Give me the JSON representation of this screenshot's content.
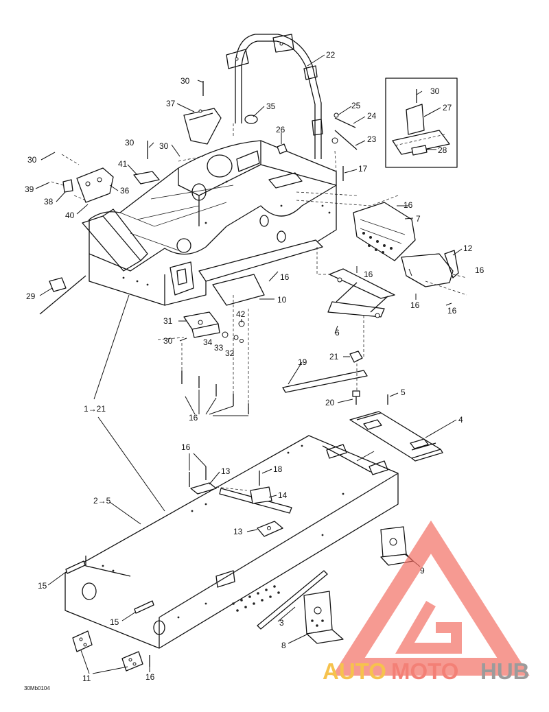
{
  "figure_code": "30Mb0104",
  "callouts": {
    "c1to21": "1→21",
    "c2to5": "2→5",
    "c3": "3",
    "c4": "4",
    "c5": "5",
    "c6": "6",
    "c7": "7",
    "c8": "8",
    "c9": "9",
    "c10": "10",
    "c11": "11",
    "c12": "12",
    "c13": "13",
    "c14": "14",
    "c15": "15",
    "c16": "16",
    "c17": "17",
    "c18": "18",
    "c19": "19",
    "c20": "20",
    "c21": "21",
    "c22": "22",
    "c23": "23",
    "c24": "24",
    "c25": "25",
    "c26": "26",
    "c27": "27",
    "c28": "28",
    "c29": "29",
    "c30": "30",
    "c31": "31",
    "c32": "32",
    "c33": "33",
    "c34": "34",
    "c35": "35",
    "c36": "36",
    "c37": "37",
    "c38": "38",
    "c39": "39",
    "c40": "40",
    "c41": "41",
    "c42": "42"
  },
  "watermark": {
    "part1": "AUTO",
    "part2": "MOTO",
    "part3": "HUB",
    "colors": {
      "orange": "#f5b82e",
      "red": "#f26a5f",
      "gray": "#8a8a8a"
    }
  }
}
